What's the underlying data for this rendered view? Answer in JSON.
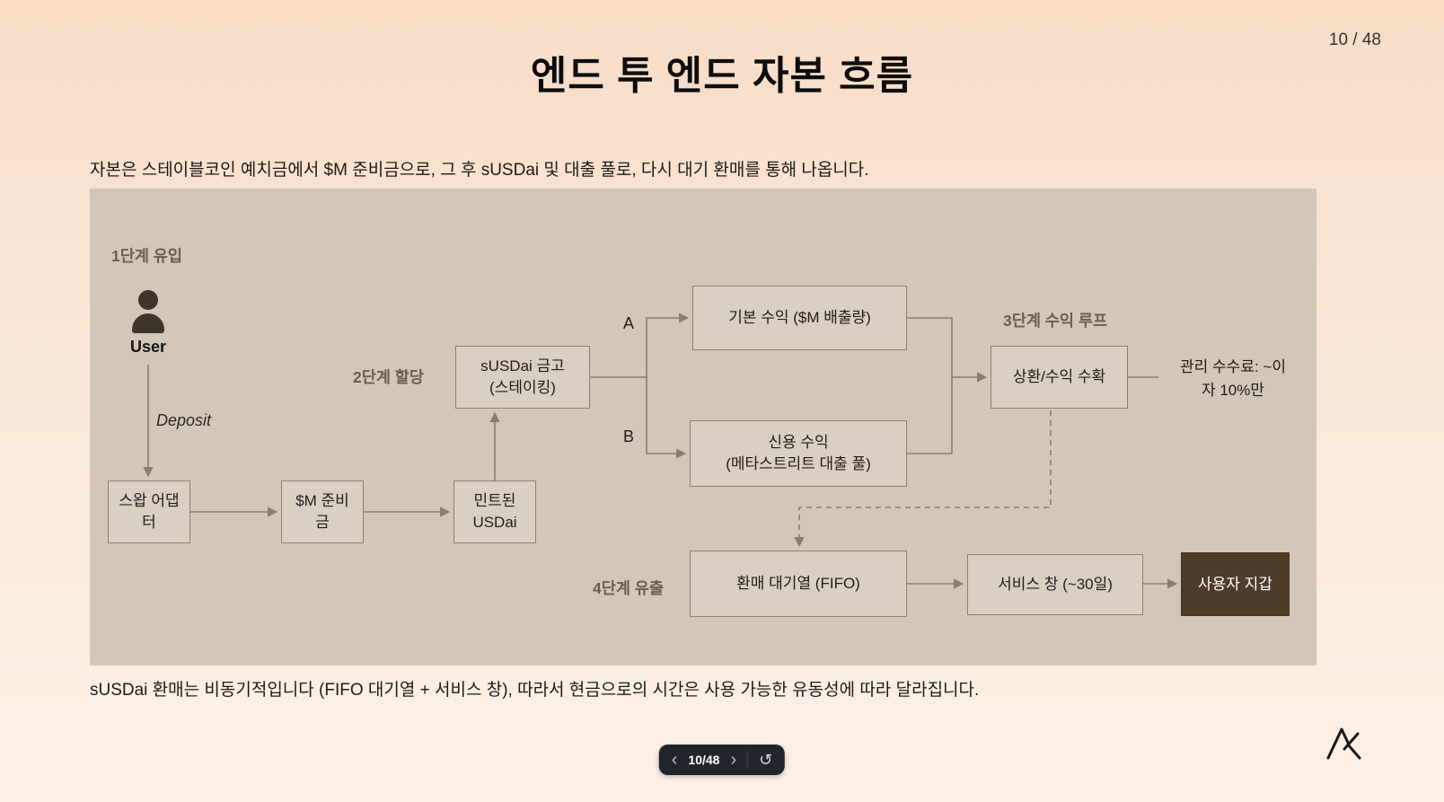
{
  "page": {
    "indicator": "10 / 48",
    "title": "엔드 투 엔드 자본 흐름",
    "subtitle": "자본은 스테이블코인 예치금에서 $M 준비금으로, 그 후 sUSDai 및 대출 풀로, 다시 대기 환매를 통해 나옵니다.",
    "footnote": "sUSDai 환매는 비동기적입니다 (FIFO 대기열 + 서비스 창), 따라서 현금으로의 시간은 사용 가능한 유동성에 따라 달라집니다."
  },
  "diagram": {
    "stage1": "1단계 유입",
    "stage2": "2단계 할당",
    "stage3": "3단계 수익 루프",
    "stage4": "4단계 유출",
    "user": "User",
    "deposit": "Deposit",
    "branch_a": "A",
    "branch_b": "B",
    "swap_adapter": "스왑 어댑터",
    "m_reserve": "$M 준비금",
    "minted_usdai": "민트된 USDai",
    "susdai_vault": "sUSDai 금고\n(스테이킹)",
    "base_yield": "기본 수익 ($M 배출량)",
    "credit_yield": "신용 수익\n(메타스트리트 대출 풀)",
    "harvest": "상환/수익 수확",
    "mgmt_fee": "관리 수수료: ~이\n자 10%만",
    "redemption_queue": "환매 대기열 (FIFO)",
    "service_window": "서비스 창 (~30일)",
    "user_wallet": "사용자 지갑"
  },
  "nav": {
    "prev": "‹",
    "page": "10/48",
    "next": "›",
    "reset": "↺"
  },
  "colors": {
    "panel": "#d2c7b9",
    "node_fill": "#d9cfc2",
    "node_border": "#8b8071",
    "dark_box": "#4e3d2a",
    "connector": "#8a7e6f",
    "stage_label": "#6b5e4c"
  }
}
